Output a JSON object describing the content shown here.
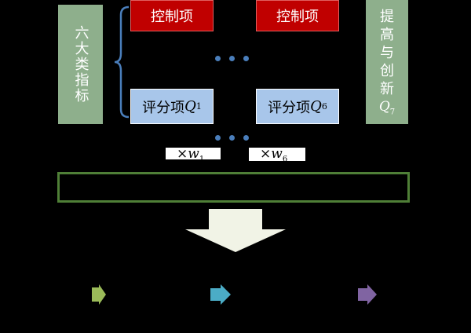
{
  "left_box": {
    "label": "六大类指标"
  },
  "control_items": [
    {
      "label": "控制项"
    },
    {
      "label": "控制项"
    }
  ],
  "score_items": [
    {
      "label": "评分项",
      "var": "Q",
      "sub": "1"
    },
    {
      "label": "评分项",
      "var": "Q",
      "sub": "6"
    }
  ],
  "right_box": {
    "chars": [
      "提",
      "高",
      "与",
      "创",
      "新"
    ],
    "var": "Q",
    "sub": "7"
  },
  "weights": [
    {
      "times": "×",
      "var": "w",
      "sub": "1"
    },
    {
      "times": "×",
      "var": "w",
      "sub": "6"
    }
  ],
  "colors": {
    "background": "#000000",
    "indicator_box": "#8eaf8c",
    "control_box": "#c00000",
    "score_box": "#a8c6ea",
    "dots": "#4a7ebb",
    "frame": "#4f7f37",
    "big_arrow": "#f1f3e6",
    "chevrons": [
      "#9bbb59",
      "#4bacc6",
      "#8064a2"
    ]
  },
  "icons": [
    "bracket-icon",
    "ellipsis-icon",
    "down-arrow-icon",
    "chevron-right-icon"
  ]
}
